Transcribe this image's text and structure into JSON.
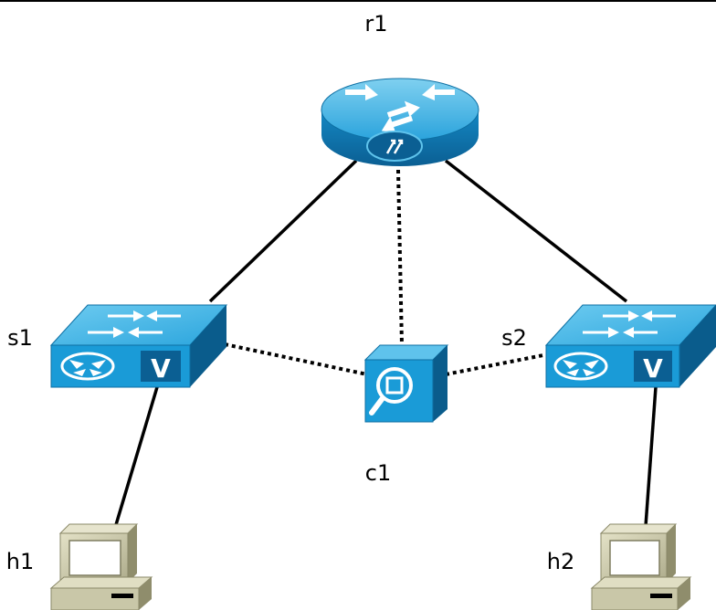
{
  "diagram": {
    "nodes": [
      {
        "id": "r1",
        "label": "r1",
        "type": "router"
      },
      {
        "id": "s1",
        "label": "s1",
        "type": "switch"
      },
      {
        "id": "s2",
        "label": "s2",
        "type": "switch"
      },
      {
        "id": "c1",
        "label": "c1",
        "type": "controller"
      },
      {
        "id": "h1",
        "label": "h1",
        "type": "host"
      },
      {
        "id": "h2",
        "label": "h2",
        "type": "host"
      }
    ],
    "links": [
      {
        "from": "r1",
        "to": "s1",
        "style": "solid"
      },
      {
        "from": "r1",
        "to": "s2",
        "style": "solid"
      },
      {
        "from": "r1",
        "to": "c1",
        "style": "dotted"
      },
      {
        "from": "s1",
        "to": "c1",
        "style": "dotted"
      },
      {
        "from": "c1",
        "to": "s2",
        "style": "dotted"
      },
      {
        "from": "s1",
        "to": "h1",
        "style": "solid"
      },
      {
        "from": "s2",
        "to": "h2",
        "style": "solid"
      }
    ],
    "colors": {
      "device_blue": "#1a9bd7",
      "device_dark": "#0d6fa3",
      "device_light": "#5fc3ec",
      "host_beige": "#c9c7a8",
      "link": "#000000"
    }
  }
}
